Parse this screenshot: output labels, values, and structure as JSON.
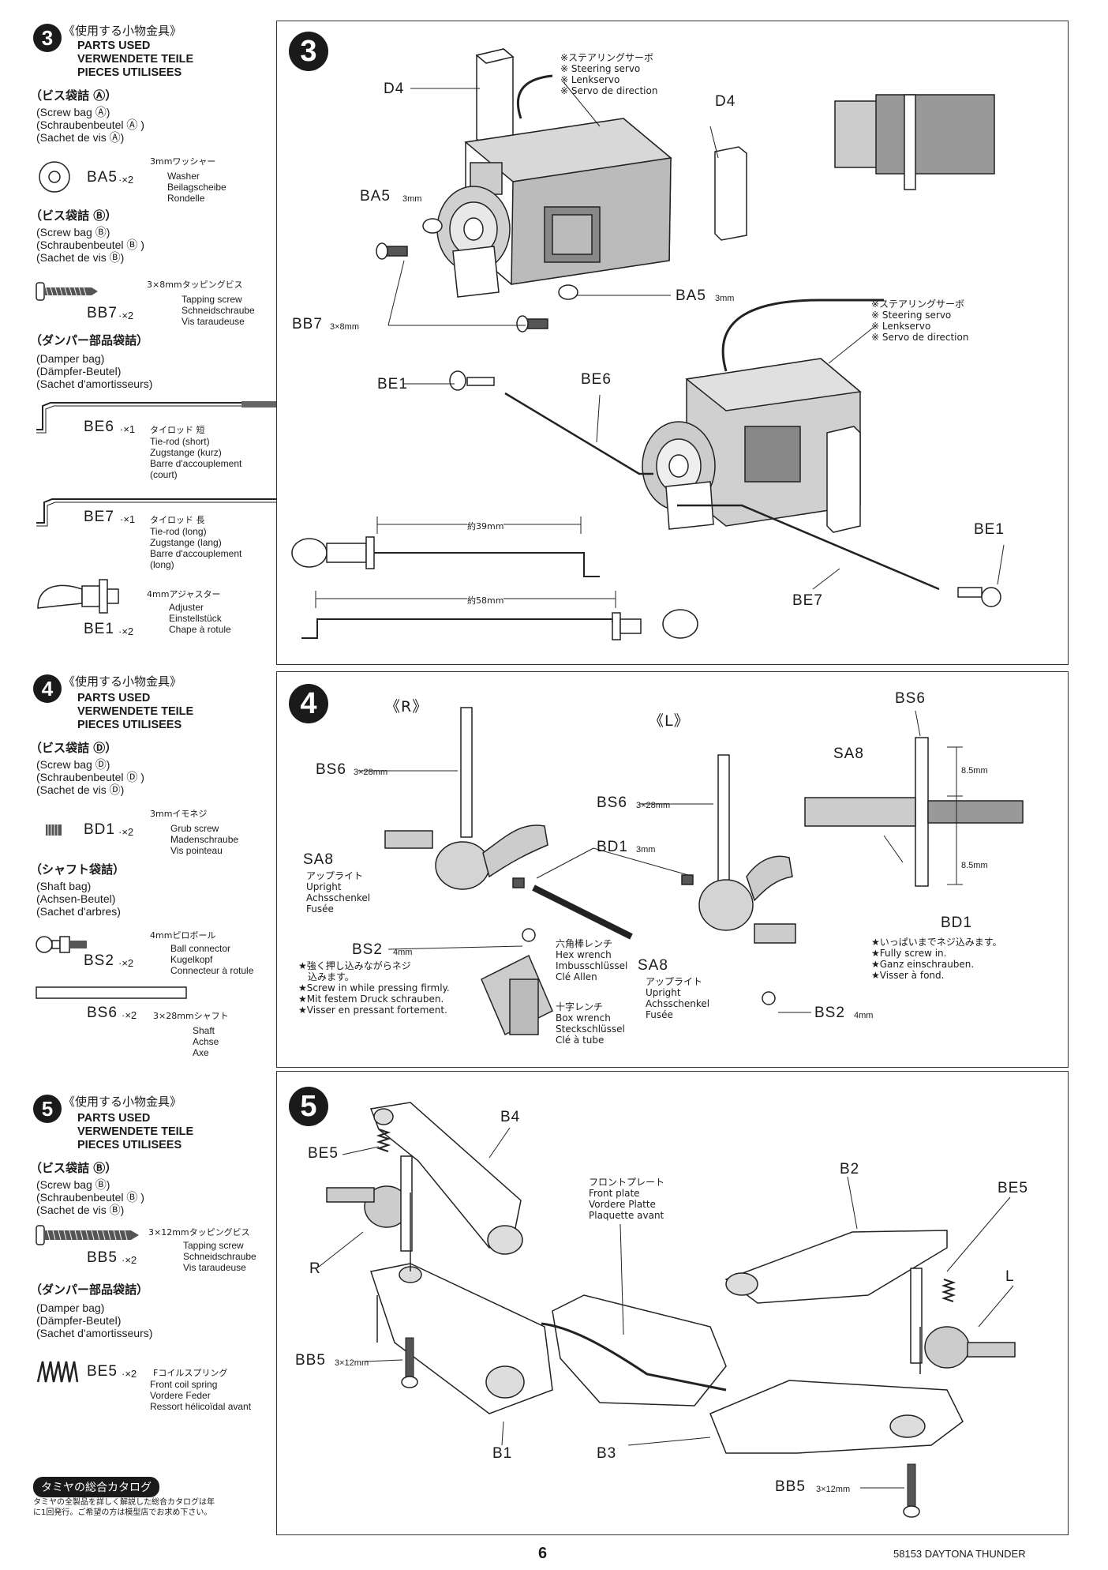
{
  "step3": {
    "number": "3",
    "title_jp": "《使用する小物金具》",
    "parts_used": [
      "PARTS USED",
      "VERWENDETE TEILE",
      "PIECES UTILISEES"
    ],
    "bag_a_jp": "（ビス袋詰 Ⓐ）",
    "bag_a": [
      "(Screw bag Ⓐ)",
      "(Schraubenbeutel Ⓐ )",
      "(Sachet de vis Ⓐ)"
    ],
    "ba5": {
      "code": "BA5",
      "qty": "·×2",
      "jp": "3mmワッシャー",
      "desc": [
        "Washer",
        "Beilagscheibe",
        "Rondelle"
      ]
    },
    "bag_b_jp": "（ビス袋詰 Ⓑ）",
    "bag_b": [
      "(Screw bag Ⓑ)",
      "(Schraubenbeutel Ⓑ )",
      "(Sachet de vis Ⓑ)"
    ],
    "bb7": {
      "code": "BB7",
      "qty": "·×2",
      "jp": "3×8mmタッピングビス",
      "desc": [
        "Tapping screw",
        "Schneidschraube",
        "Vis taraudeuse"
      ]
    },
    "damper_jp": "（ダンパー部品袋詰）",
    "damper": [
      "(Damper bag)",
      "(Dämpfer-Beutel)",
      "(Sachet d'amortisseurs)"
    ],
    "be6": {
      "code": "BE6",
      "qty": "·×1",
      "jp": "タイロッド 短",
      "desc": [
        "Tie-rod (short)",
        "Zugstange (kurz)",
        "Barre d'accouplement",
        "(court)"
      ]
    },
    "be7": {
      "code": "BE7",
      "qty": "·×1",
      "jp": "タイロッド 長",
      "desc": [
        "Tie-rod (long)",
        "Zugstange (lang)",
        "Barre d'accouplement",
        "(long)"
      ]
    },
    "be1": {
      "code": "BE1",
      "qty": "·×2",
      "jp": "4mmアジャスター",
      "desc": [
        "Adjuster",
        "Einstellstück",
        "Chape à rotule"
      ]
    }
  },
  "step4": {
    "number": "4",
    "title_jp": "《使用する小物金具》",
    "parts_used": [
      "PARTS USED",
      "VERWENDETE TEILE",
      "PIECES UTILISEES"
    ],
    "bag_d_jp": "（ビス袋詰 Ⓓ）",
    "bag_d": [
      "(Screw bag Ⓓ)",
      "(Schraubenbeutel Ⓓ )",
      "(Sachet de vis Ⓓ)"
    ],
    "bd1": {
      "code": "BD1",
      "qty": "·×2",
      "jp": "3mmイモネジ",
      "desc": [
        "Grub screw",
        "Madenschraube",
        "Vis pointeau"
      ]
    },
    "shaft_jp": "（シャフト袋詰）",
    "shaft": [
      "(Shaft bag)",
      "(Achsen-Beutel)",
      "(Sachet d'arbres)"
    ],
    "bs2": {
      "code": "BS2",
      "qty": "·×2",
      "jp": "4mmピロボール",
      "desc": [
        "Ball connector",
        "Kugelkopf",
        "Connecteur à rotule"
      ]
    },
    "bs6": {
      "code": "BS6",
      "qty": "·×2",
      "jp": "3×28mmシャフト",
      "desc": [
        "Shaft",
        "Achse",
        "Axe"
      ]
    }
  },
  "step5": {
    "number": "5",
    "title_jp": "《使用する小物金具》",
    "parts_used": [
      "PARTS USED",
      "VERWENDETE TEILE",
      "PIECES UTILISEES"
    ],
    "bag_b_jp": "（ビス袋詰 Ⓑ）",
    "bag_b": [
      "(Screw bag Ⓑ)",
      "(Schraubenbeutel Ⓑ )",
      "(Sachet de vis Ⓑ)"
    ],
    "bb5": {
      "code": "BB5",
      "qty": "·×2",
      "jp": "3×12mmタッピングビス",
      "desc": [
        "Tapping screw",
        "Schneidschraube",
        "Vis taraudeuse"
      ]
    },
    "damper_jp": "（ダンパー部品袋詰）",
    "damper": [
      "(Damper bag)",
      "(Dämpfer-Beutel)",
      "(Sachet d'amortisseurs)"
    ],
    "be5": {
      "code": "BE5",
      "qty": "·×2",
      "jp": "Fコイルスプリング",
      "desc": [
        "Front coil spring",
        "Vordere Feder",
        "Ressort hélicoïdal avant"
      ]
    }
  },
  "catalog": {
    "title": "タミヤの総合カタログ",
    "text": [
      "タミヤの全製品を詳しく解説した総合カタログは年",
      "に1回発行。ご希望の方は模型店でお求め下さい。"
    ]
  },
  "panel3": {
    "number": "3",
    "servo_jp": "※ステアリングサーボ",
    "servo": [
      "※ Steering servo",
      "※ Lenkservo",
      "※ Servo de direction"
    ],
    "labels": {
      "d4a": "D4",
      "d4b": "D4",
      "ba5a": "BA5",
      "ba5a_size": "3mm",
      "ba5b": "BA5",
      "ba5b_size": "3mm",
      "bb7": "BB7",
      "bb7_size": "3×8mm",
      "be1a": "BE1",
      "be6": "BE6",
      "be1b": "BE1",
      "be7": "BE7"
    },
    "dim_short": "約39mm",
    "dim_long": "約58mm"
  },
  "panel4": {
    "number": "4",
    "right_mark": "《R》",
    "left_mark": "《L》",
    "labels": {
      "bs6a": "BS6",
      "bs6a_size": "3×28mm",
      "bs6b": "BS6",
      "bs6b_size": "3×28mm",
      "bs6c": "BS6",
      "sa8a": "SA8",
      "sa8b": "SA8",
      "sa8c": "SA8",
      "bd1a": "BD1",
      "bd1a_size": "3mm",
      "bd1b": "BD1",
      "bs2a": "BS2",
      "bs2a_size": "4mm",
      "bs2b": "BS2",
      "bs2b_size": "4mm",
      "dim_a": "8.5mm",
      "dim_b": "8.5mm"
    },
    "upright_jp": "アップライト",
    "upright": [
      "Upright",
      "Achsschenkel",
      "Fusée"
    ],
    "hex_jp": "六角棒レンチ",
    "hex": [
      "Hex wrench",
      "Imbusschlüssel",
      "Clé Allen"
    ],
    "box_jp": "十字レンチ",
    "box": [
      "Box wrench",
      "Steckschlüssel",
      "Clé à tube"
    ],
    "press_jp": [
      "★強く押し込みながらネジ",
      "込みます。"
    ],
    "press": [
      "★Screw in while pressing firmly.",
      "★Mit festem Druck schrauben.",
      "★Visser en pressant fortement."
    ],
    "fully_jp": "★いっぱいまでネジ込みます。",
    "fully": [
      "★Fully screw in.",
      "★Ganz einschrauben.",
      "★Visser à fond."
    ]
  },
  "panel5": {
    "number": "5",
    "plate_jp": "フロントプレート",
    "plate": [
      "Front plate",
      "Vordere Platte",
      "Plaquette avant"
    ],
    "labels": {
      "b4": "B4",
      "be5a": "BE5",
      "r": "R",
      "bb5a": "BB5",
      "bb5a_size": "3×12mm",
      "b1": "B1",
      "b3": "B3",
      "bb5b": "BB5",
      "bb5b_size": "3×12mm",
      "b2": "B2",
      "be5b": "BE5",
      "l": "L"
    }
  },
  "footer": {
    "page": "6",
    "model": "58153 DAYTONA THUNDER"
  }
}
